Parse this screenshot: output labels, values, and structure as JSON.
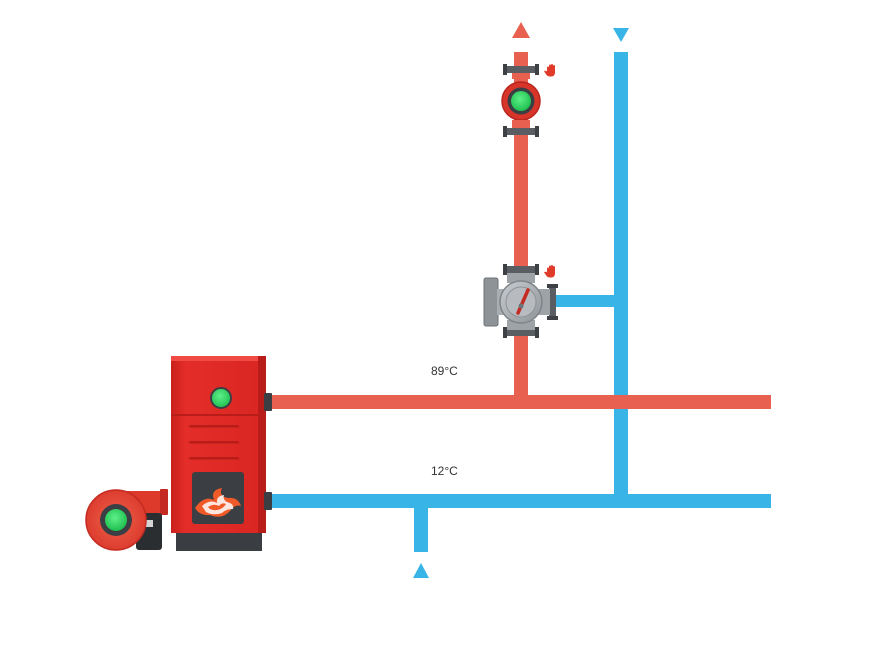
{
  "colors": {
    "hot_pipe": "#e8604f",
    "cold_pipe": "#38b4e6",
    "boiler_body": "#de2a26",
    "indicator_on": "#2fd564",
    "valve_grey": "#9ea3a8",
    "hand_icon": "#e03a2a"
  },
  "readings": {
    "supply_temp": "89°C",
    "return_temp": "12°C"
  },
  "indicators": {
    "boiler": "on",
    "burner": "on",
    "pump": "on"
  },
  "icons": {
    "manual_mode": "hand-icon",
    "flame": "flame-icon",
    "flow_arrow": "triangle-arrow"
  }
}
